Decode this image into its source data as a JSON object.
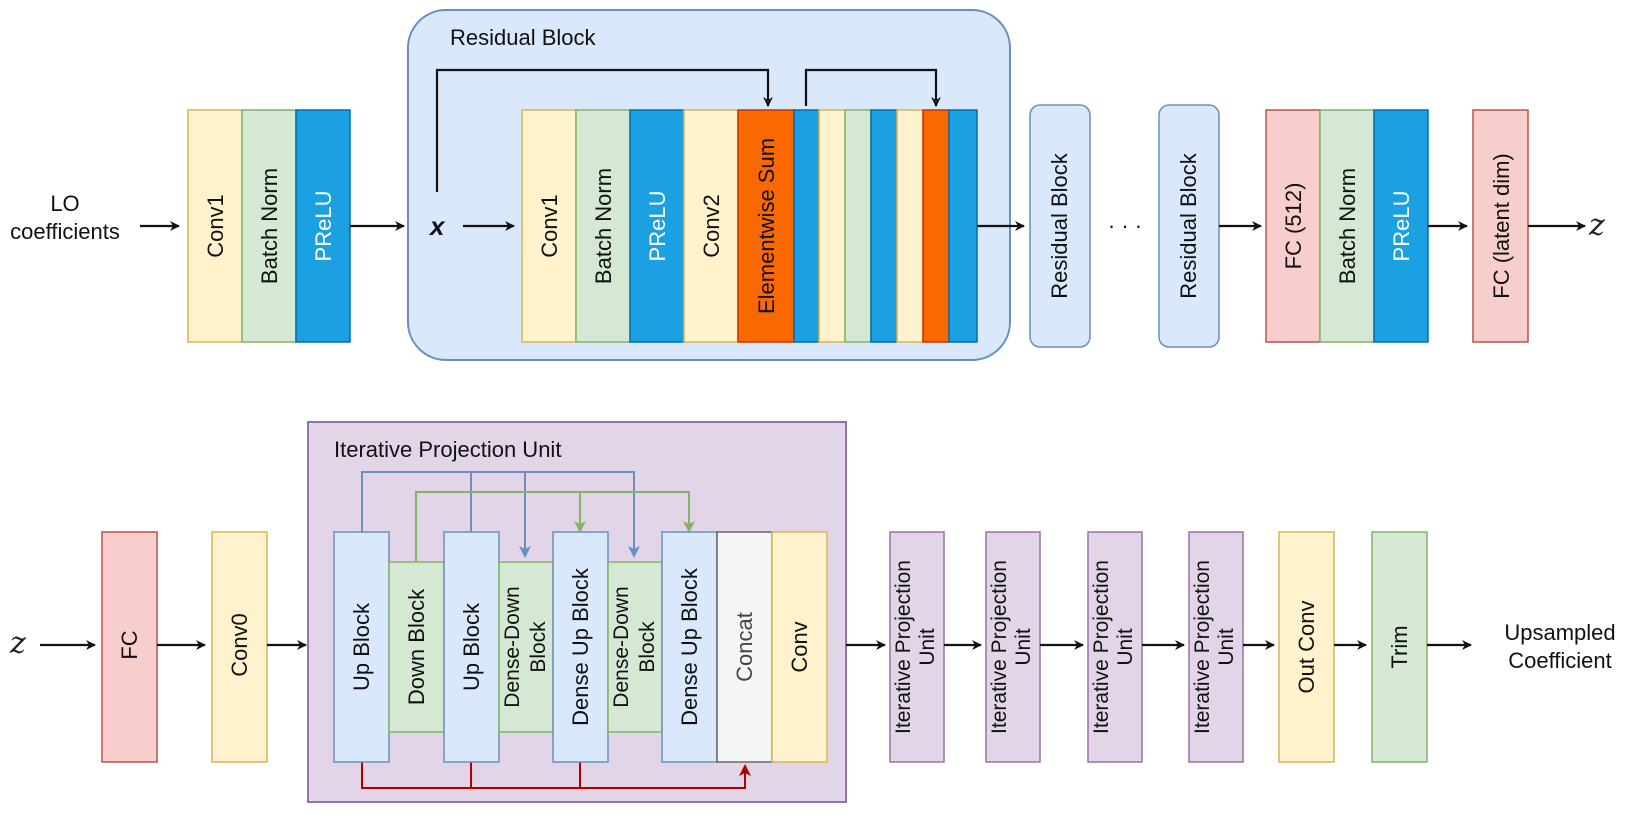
{
  "colors": {
    "yellow": "#fff2cc",
    "yellow_stroke": "#d6b656",
    "green": "#d5e8d4",
    "green_stroke": "#82b366",
    "blue": "#1ba1e2",
    "blue_stroke": "#006eaf",
    "orange": "#fa6800",
    "orange_stroke": "#c73500",
    "lightblue": "#dae8fc",
    "lightblue_stroke": "#6c8ebf",
    "pink": "#f8cecc",
    "pink_stroke": "#b85450",
    "purple": "#e1d5e7",
    "purple_stroke": "#9673a6",
    "gray": "#f5f5f5",
    "gray_stroke": "#666666",
    "skip_blue": "#6c8ebf",
    "skip_green": "#82b366",
    "skip_red": "#b20000"
  },
  "encoder": {
    "input_label": [
      "LO",
      "coefficients"
    ],
    "stem": [
      "Conv1",
      "Batch Norm",
      "PReLU"
    ],
    "residual_block": {
      "title": "Residual Block",
      "input": "x",
      "layers": [
        "Conv1",
        "Batch Norm",
        "PReLU",
        "Conv2",
        "Elementwise Sum"
      ]
    },
    "repeated_blocks": [
      "Residual Block",
      "Residual Block"
    ],
    "ellipsis": "· · ·",
    "head": [
      "FC (512)",
      "Batch Norm",
      "PReLU"
    ],
    "latent": "FC (latent dim)",
    "output": "z"
  },
  "decoder": {
    "input": "z",
    "fc": "FC",
    "conv0": "Conv0",
    "ipu": {
      "title": "Iterative Projection Unit",
      "up_block": "Up Block",
      "down_block": "Down Block",
      "up_block_2": "Up Block",
      "dense_down_1": [
        "Dense-Down",
        "Block"
      ],
      "dense_up_1": "Dense Up Block",
      "dense_down_2": [
        "Dense-Down",
        "Block"
      ],
      "dense_up_2": "Dense Up Block",
      "concat": "Concat",
      "conv": "Conv"
    },
    "ipu_repeats": [
      [
        "Iterative Projection",
        "Unit"
      ],
      [
        "Iterative Projection",
        "Unit"
      ],
      [
        "Iterative Projection",
        "Unit"
      ],
      [
        "Iterative Projection",
        "Unit"
      ]
    ],
    "out_conv": "Out Conv",
    "trim": "Trim",
    "output_label": [
      "Upsampled",
      "Coefficient"
    ]
  }
}
